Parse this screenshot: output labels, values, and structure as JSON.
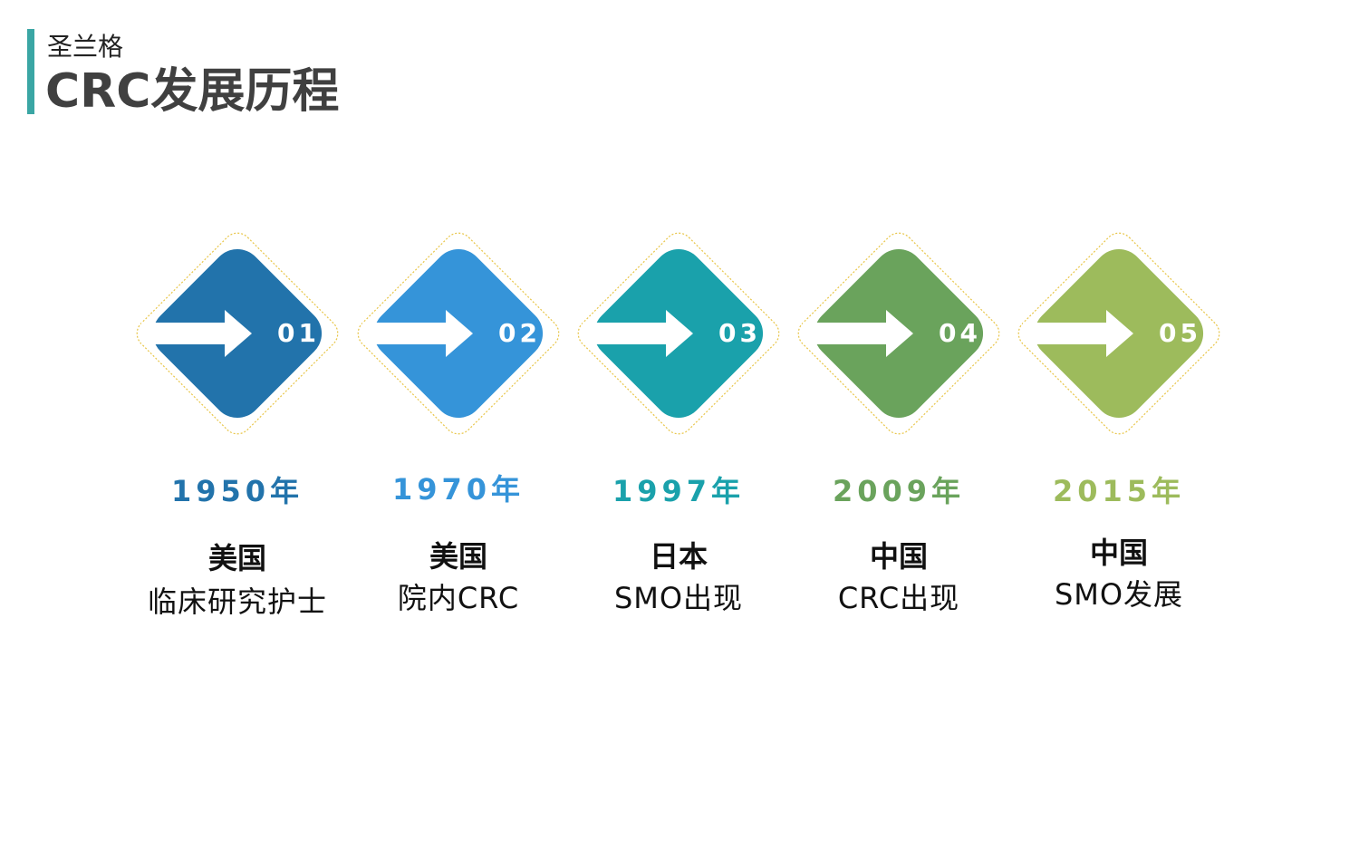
{
  "header": {
    "subtitle": "圣兰格",
    "title": "CRC发展历程",
    "accent_color": "#3aa6a4"
  },
  "steps": [
    {
      "number": "01",
      "year": "1950年",
      "country": "美国",
      "desc": "临床研究护士",
      "color": "#2273ab",
      "icon": "arrow-right-icon"
    },
    {
      "number": "02",
      "year": "1970年",
      "country": "美国",
      "desc": "院内CRC",
      "color": "#3594d9",
      "icon": "arrow-right-icon"
    },
    {
      "number": "03",
      "year": "1997年",
      "country": "日本",
      "desc": "SMO出现",
      "color": "#1aa1ab",
      "icon": "arrow-right-icon"
    },
    {
      "number": "04",
      "year": "2009年",
      "country": "中国",
      "desc": "CRC出现",
      "color": "#6aa35c",
      "icon": "arrow-right-icon"
    },
    {
      "number": "05",
      "year": "2015年",
      "country": "中国",
      "desc": "SMO发展",
      "color": "#9dbb5c",
      "icon": "arrow-right-icon"
    }
  ]
}
